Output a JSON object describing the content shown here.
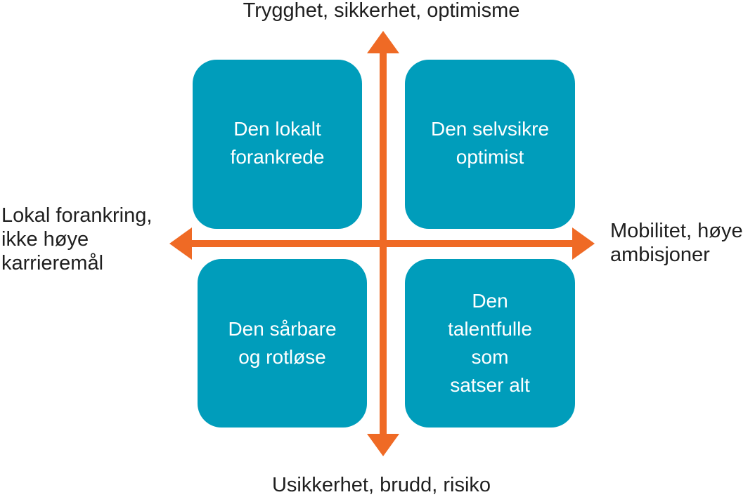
{
  "axes": {
    "top": "Trygghet, sikkerhet, optimisme",
    "bottom": "Usikkerhet, brudd, risiko",
    "left": "Lokal forankring,\nikke høye\nkarrieremål",
    "right": "Mobilitet, høye\nambisjoner"
  },
  "quadrants": {
    "top_left": "Den lokalt\nforankrede",
    "top_right": "Den selvsikre\noptimist",
    "bottom_left": "Den sårbare\nog rotløse",
    "bottom_right": "Den\ntalentfulle\nsom\nsatser alt"
  },
  "colors": {
    "quadrant_fill": "#009dbb",
    "arrow": "#ef6a25",
    "text": "#1f1f1f",
    "quadrant_text": "#ffffff"
  }
}
